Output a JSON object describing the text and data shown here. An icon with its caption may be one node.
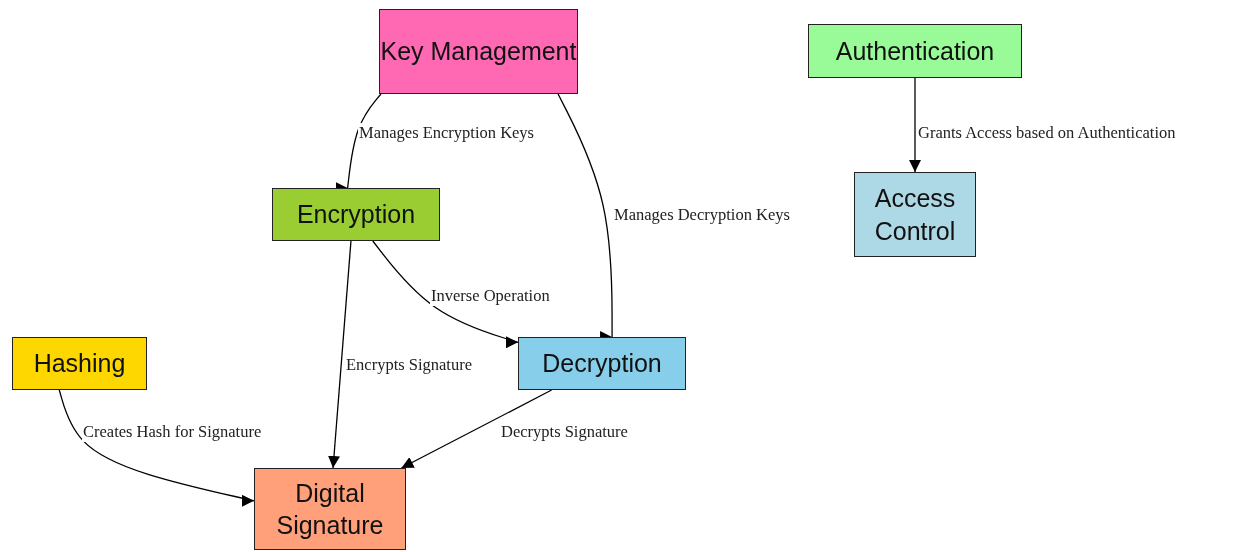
{
  "diagram": {
    "nodes": [
      {
        "text": [
          "Key Management"
        ]
      },
      {
        "text": [
          "Authentication"
        ]
      },
      {
        "text": [
          "Encryption"
        ]
      },
      {
        "text": [
          "Access Control"
        ]
      },
      {
        "text": [
          "Hashing"
        ]
      },
      {
        "text": [
          "Decryption"
        ]
      },
      {
        "text": [
          "Digital Signature"
        ]
      }
    ],
    "edges": [
      {
        "from": 0,
        "to": 2,
        "arrow": "to",
        "label": "Manages Encryption Keys"
      },
      {
        "from": 0,
        "to": 5,
        "arrow": "to",
        "label": "Manages Decryption Keys"
      },
      {
        "from": 1,
        "to": 3,
        "arrow": "to",
        "label": "Grants Access based on Authentication"
      },
      {
        "from": 2,
        "to": 5,
        "arrow": "to",
        "label": "Inverse Operation"
      },
      {
        "from": 2,
        "to": 6,
        "arrow": "to",
        "label": "Encrypts Signature"
      },
      {
        "from": 4,
        "to": 6,
        "arrow": "to",
        "label": "Creates Hash for Signature"
      },
      {
        "from": 5,
        "to": 6,
        "arrow": "to",
        "label": "Decrypts Signature"
      }
    ]
  }
}
